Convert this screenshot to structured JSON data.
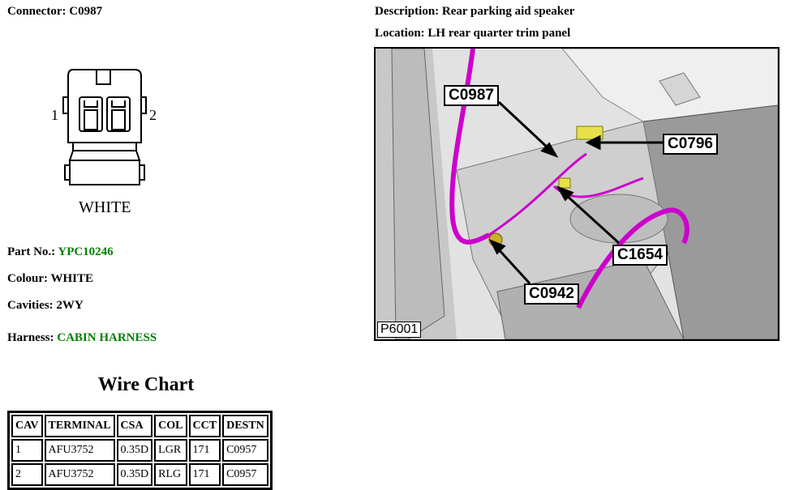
{
  "connector": {
    "label": "Connector:",
    "value": "C0987"
  },
  "description": {
    "label": "Description:",
    "value": "Rear parking aid speaker"
  },
  "location": {
    "label": "Location:",
    "value": "LH rear quarter trim panel"
  },
  "drawing": {
    "pin_left": "1",
    "pin_right": "2",
    "color_text": "WHITE"
  },
  "part_no": {
    "label": "Part No.:",
    "value": "YPC10246"
  },
  "colour": {
    "label": "Colour:",
    "value": "WHITE"
  },
  "cavities": {
    "label": "Cavities:",
    "value": "2WY"
  },
  "harness": {
    "label": "Harness:",
    "value": "CABIN HARNESS"
  },
  "photo": {
    "id": "P6001",
    "callouts": [
      "C0987",
      "C0796",
      "C1654",
      "C0942"
    ]
  },
  "wire_chart": {
    "title": "Wire Chart",
    "headers": [
      "CAV",
      "TERMINAL",
      "CSA",
      "COL",
      "CCT",
      "DESTN"
    ],
    "rows": [
      [
        "1",
        "AFU3752",
        "0.35D",
        "LGR",
        "171",
        "C0957"
      ],
      [
        "2",
        "AFU3752",
        "0.35D",
        "RLG",
        "171",
        "C0957"
      ]
    ]
  },
  "colors": {
    "link_green": "#008000",
    "harness_magenta": "#cc00cc",
    "connector_yellow": "#e8e04a"
  }
}
